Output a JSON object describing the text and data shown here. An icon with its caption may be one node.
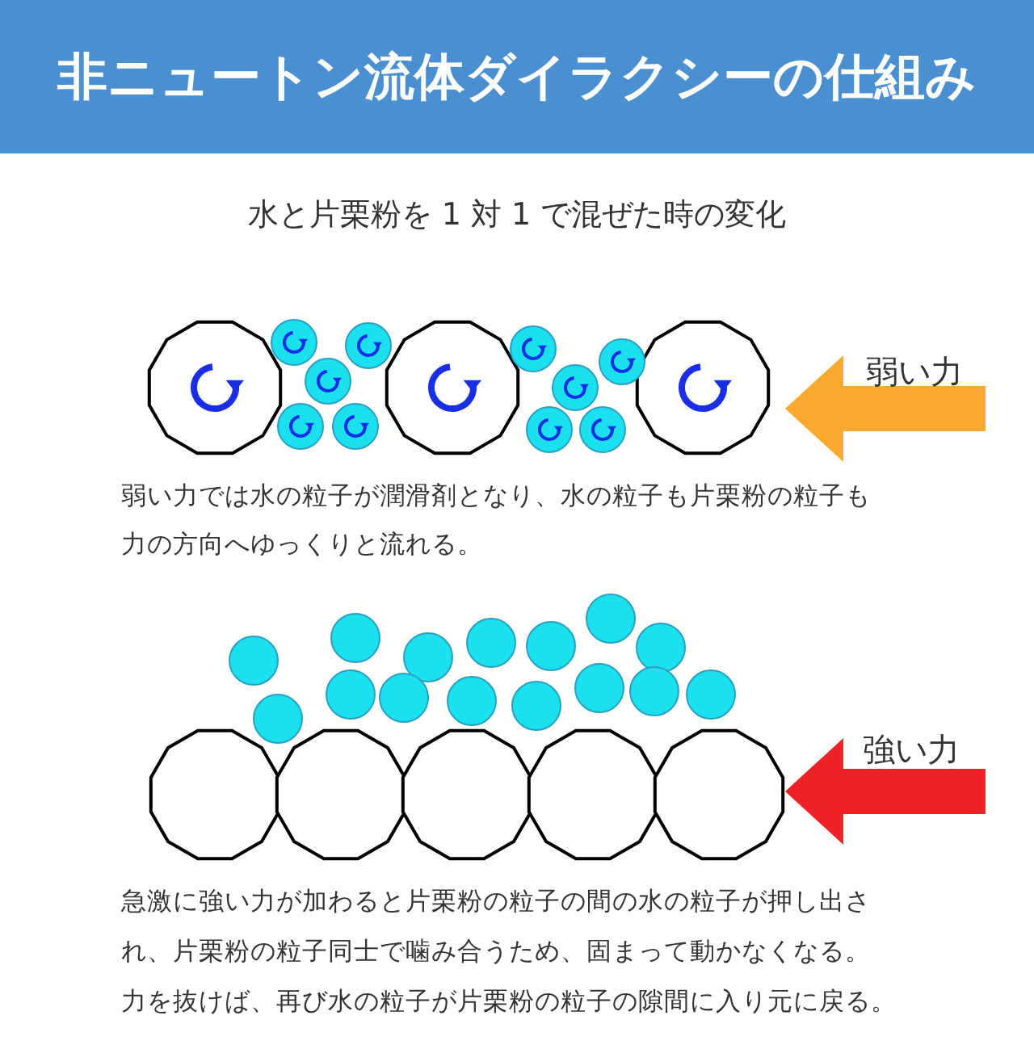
{
  "diagram": {
    "title": "非ニュートン流体ダイラクシーの仕組み",
    "labels": [
      "水と片栗粉を 1 対 1 で混ぜた時の変化",
      "弱い力",
      "弱い力では水の粒子が潤滑剤となり、水の粒子も片栗粉の粒子も力の方向へゆっくりと流れる。",
      "強い力",
      "急激に強い力が加わると片栗粉の粒子の間の水の粒子が押し出され、片栗粉の粒子同士で噛み合うため、固まって動かなくなる。",
      "力を抜けば、再び水の粒子が片栗粉の粒子の隙間に入り元に戻る。"
    ]
  }
}
